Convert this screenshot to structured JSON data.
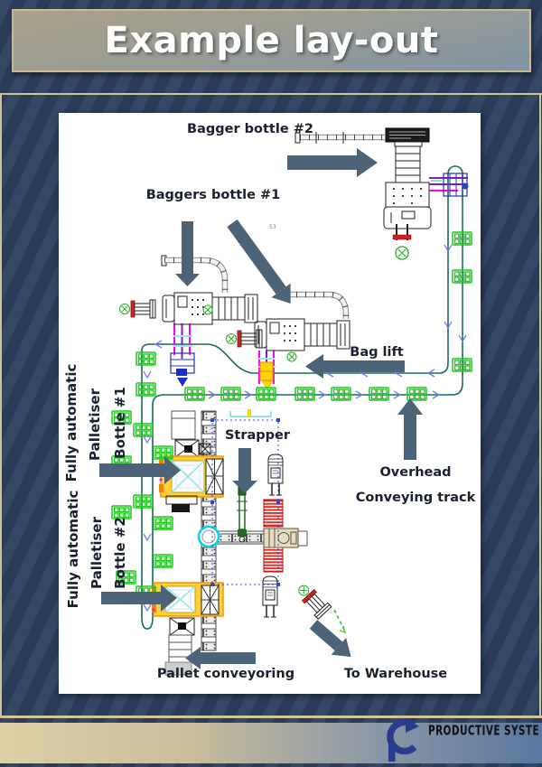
{
  "slide": {
    "title": "Example lay-out"
  },
  "diagram": {
    "labels": {
      "bagger2": "Bagger bottle #2",
      "baggers1": "Baggers bottle #1",
      "bag_lift": "Bag lift",
      "strapper": "Strapper",
      "overhead_line1": "Overhead",
      "overhead_line2": "Conveying track",
      "pal1_line1": "Fully automatic",
      "pal1_line2": "Palletiser",
      "pal1_line3": "Bottle #1",
      "pal2_line1": "Fully automatic",
      "pal2_line2": "Palletiser",
      "pal2_line3": "Bottle #2",
      "pallet_conveying": "Pallet conveyoring",
      "to_warehouse": "To Warehouse",
      "tick_mark": "53"
    },
    "colors": {
      "arrow_slate": "#4d6377",
      "track_teal": "#17695f",
      "pallet_green": "#1fc71f",
      "palletiser_yellow": "#ffcf33",
      "roller_red": "#e32119",
      "bag_magenta": "#ff00ff",
      "label_ink": "#1a2030"
    }
  },
  "footer": {
    "brand": "PRODUCTIVE SYSTEMS",
    "logo_blue": "#283d8c"
  }
}
